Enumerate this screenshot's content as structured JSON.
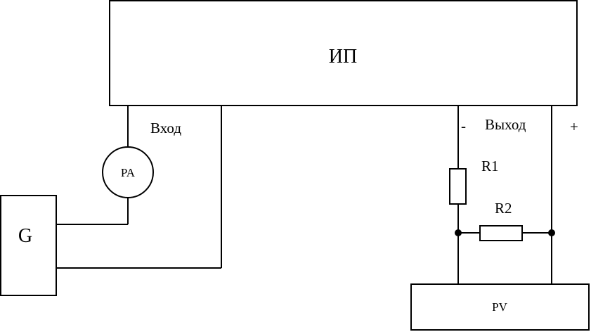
{
  "diagram": {
    "blocks": {
      "ip": "ИП",
      "g": "G",
      "pv": "PV"
    },
    "meter_pa": "PA",
    "terminals": {
      "input": "Вход",
      "output": "Выход",
      "minus": "-",
      "plus": "+"
    },
    "resistors": {
      "r1": "R1",
      "r2": "R2"
    }
  }
}
